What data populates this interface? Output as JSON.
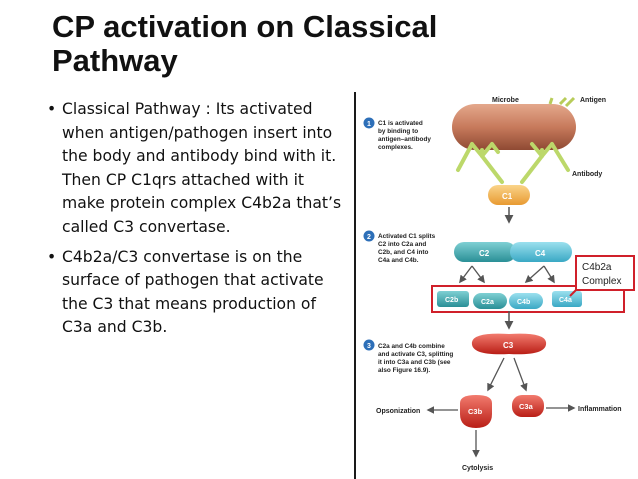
{
  "slide": {
    "title": "CP activation on Classical Pathway",
    "bullets": [
      "Classical Pathway : Its activated when antigen/pathogen insert into the body and antibody bind with it. Then CP C1qrs attached with it make protein complex C4b2a that’s called C3 convertase.",
      "C4b2a/C3 convertase is on the surface  of pathogen that activate the C3 that means production of C3a and C3b."
    ],
    "bullet_glyph": "•"
  },
  "figure": {
    "labels": {
      "microbe": "Microbe",
      "antigen": "Antigen",
      "antibody": "Antibody",
      "c1": "C1",
      "c2": "C2",
      "c4": "C4",
      "c2b": "C2b",
      "c2a": "C2a",
      "c4b": "C4b",
      "c4a": "C4a",
      "c3": "C3",
      "c3b": "C3b",
      "c3a": "C3a",
      "opsonization": "Opsonization",
      "inflammation": "Inflammation",
      "cytolysis": "Cytolysis"
    },
    "steps": [
      {
        "number": "1",
        "lines": [
          "C1 is activated",
          "by binding to",
          "antigen–antibody",
          "complexes."
        ]
      },
      {
        "number": "2",
        "lines": [
          "Activated C1 splits",
          "C2 into C2a and",
          "C2b, and C4 into",
          "C4a and C4b."
        ]
      },
      {
        "number": "3",
        "lines": [
          "C2a and C4b combine",
          "and activate C3, splitting",
          "it into C3a and C3b (see",
          "also Figure 16.9)."
        ]
      }
    ],
    "callout_lines": [
      "C4b2a",
      "Complex"
    ],
    "colors": {
      "microbe": "#c77a5c",
      "antibody": "#bcd86a",
      "c1": "#f2b552",
      "c2": "#3aaab0",
      "c4": "#5cc3d8",
      "c3": "#e0352b",
      "highlight": "#d0202a",
      "step_badge": "#2d6fb8"
    }
  }
}
